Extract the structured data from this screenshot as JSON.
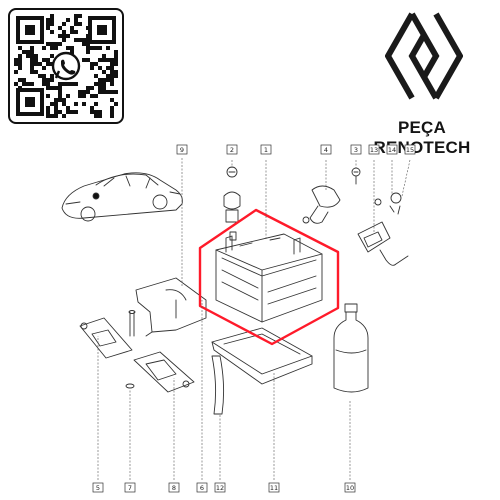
{
  "brand": {
    "name": "PEÇA RENOTECH",
    "logo_icon": "renault-diamond-logo-icon",
    "qr_icon": "whatsapp-qr-code-icon"
  },
  "colors": {
    "highlight": "#ff1a2a",
    "line": "#333333",
    "text": "#151515"
  },
  "diagram": {
    "highlighted_callout": "1",
    "callouts": [
      {
        "label": "9"
      },
      {
        "label": "2"
      },
      {
        "label": "1"
      },
      {
        "label": "4"
      },
      {
        "label": "3"
      },
      {
        "label": "13"
      },
      {
        "label": "14"
      },
      {
        "label": "15"
      },
      {
        "label": "5"
      },
      {
        "label": "7"
      },
      {
        "label": "8"
      },
      {
        "label": "6"
      },
      {
        "label": "12"
      },
      {
        "label": "11"
      },
      {
        "label": "10"
      }
    ]
  }
}
